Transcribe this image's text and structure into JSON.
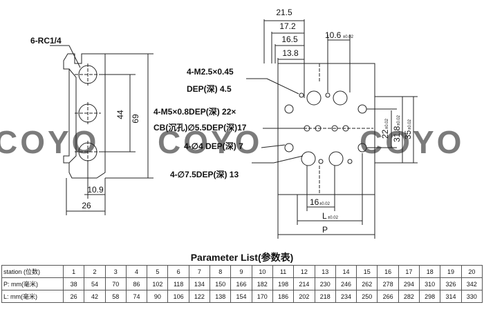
{
  "watermark": "COYO",
  "left_view": {
    "port_label": "6-RC1/4",
    "dim_height_total": "69",
    "dim_pitch": "44",
    "dim_width": "26",
    "dim_offset": "10.9"
  },
  "callouts": {
    "m25_line1": "4-M2.5×0.45",
    "m25_line2": "DEP(深) 4.5",
    "m5_line1": "4-M5×0.8DEP(深) 22×",
    "m5_line2": "CB(沉孔)∅5.5DEP(深)17",
    "d4": "4-∅4 DEP(深) 7",
    "d75": "4-∅7.5DEP(深) 13"
  },
  "front_view": {
    "dim_a": "21.5",
    "dim_b": "17.2",
    "dim_c": "16.5",
    "dim_d": "13.8",
    "dim_e": "10.6",
    "dim_f": "16",
    "dim_g": "22",
    "dim_h": "31.8",
    "dim_i": "35",
    "tolerance": "±0.02",
    "dim_L": "L",
    "dim_P": "P"
  },
  "parameter_list": {
    "title": "Parameter List(参数表)",
    "station_label": "station (位数)",
    "p_label": "P: mm(毫米)",
    "l_label": "L: mm(毫米)",
    "stations": [
      "1",
      "2",
      "3",
      "4",
      "5",
      "6",
      "7",
      "8",
      "9",
      "10",
      "11",
      "12",
      "13",
      "14",
      "15",
      "16",
      "17",
      "18",
      "19",
      "20"
    ],
    "p_values": [
      "38",
      "54",
      "70",
      "86",
      "102",
      "118",
      "134",
      "150",
      "166",
      "182",
      "198",
      "214",
      "230",
      "246",
      "262",
      "278",
      "294",
      "310",
      "326",
      "342"
    ],
    "l_values": [
      "26",
      "42",
      "58",
      "74",
      "90",
      "106",
      "122",
      "138",
      "154",
      "170",
      "186",
      "202",
      "218",
      "234",
      "250",
      "266",
      "282",
      "298",
      "314",
      "330"
    ]
  }
}
